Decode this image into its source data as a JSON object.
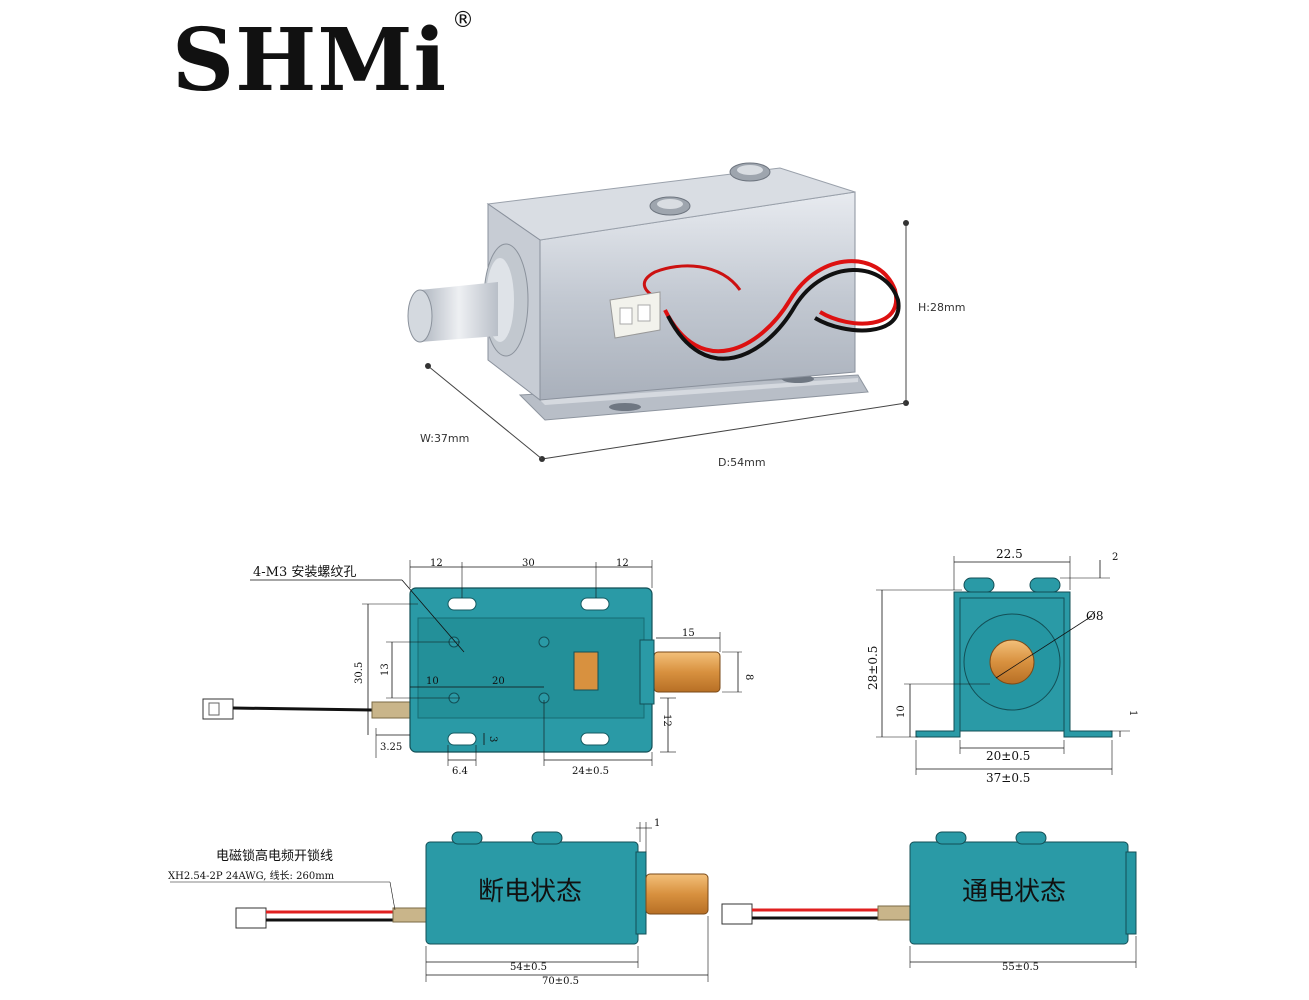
{
  "brand": {
    "name": "SHMi",
    "registered": "®"
  },
  "photo_dims": {
    "height": "H:28mm",
    "width": "W:37mm",
    "depth": "D:54mm"
  },
  "top_view": {
    "mount_note": "4-M3 安装螺纹孔",
    "d12a": "12",
    "d30": "30",
    "d12b": "12",
    "d15": "15",
    "d8": "8",
    "d30_5": "30.5",
    "d13": "13",
    "d10": "10",
    "d20": "20",
    "d12c": "12",
    "d3_25": "3.25",
    "d3": "3",
    "d6_4": "6.4",
    "d24": "24±0.5"
  },
  "end_view": {
    "d22_5": "22.5",
    "d2": "2",
    "d_phi8": "Ø8",
    "d28": "28±0.5",
    "d10": "10",
    "d1": "1",
    "d20": "20±0.5",
    "d37": "37±0.5"
  },
  "side_off": {
    "wire_title": "电磁锁高电频开锁线",
    "wire_spec": "XH2.54-2P 24AWG, 线长: 260mm",
    "d1": "1",
    "state": "断电状态",
    "d54": "54±0.5",
    "d70": "70±0.5"
  },
  "side_on": {
    "state": "通电状态",
    "d55": "55±0.5"
  },
  "colors": {
    "body": "#2a9aa6",
    "body_dark": "#1d7f8a",
    "plunger": "#d08a3a",
    "wire_red": "#e02020"
  }
}
